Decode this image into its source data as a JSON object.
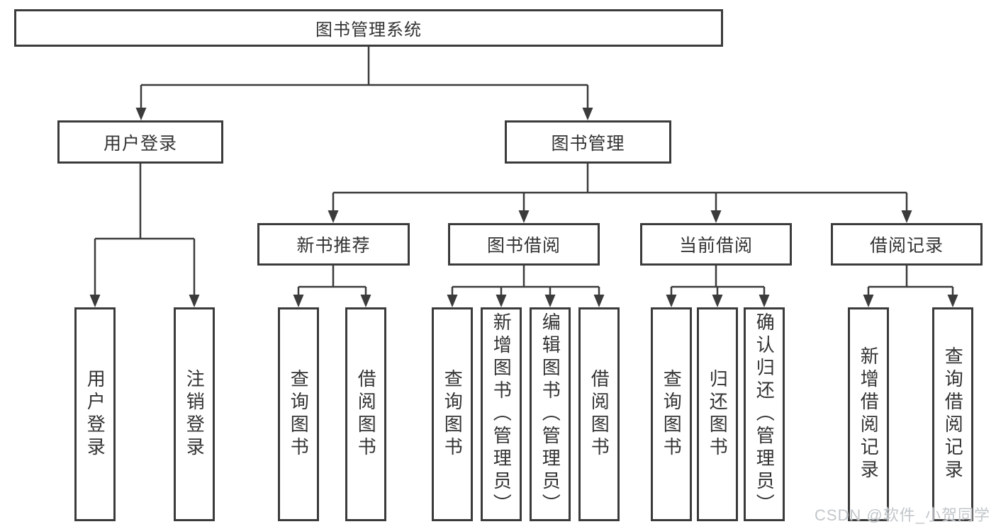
{
  "colors": {
    "line": "#3b3b3b",
    "text": "#333333",
    "watermark": "#c2c7cb",
    "background": "#ffffff"
  },
  "watermark": {
    "text": "CSDN @软件_小贺同学"
  },
  "tree": {
    "label": "图书管理系统",
    "children": [
      {
        "label": "用户登录",
        "children": [
          {
            "label": "用户登录"
          },
          {
            "label": "注销登录"
          }
        ]
      },
      {
        "label": "图书管理",
        "children": [
          {
            "label": "新书推荐",
            "children": [
              {
                "label": "查询图书"
              },
              {
                "label": "借阅图书"
              }
            ]
          },
          {
            "label": "图书借阅",
            "children": [
              {
                "label": "查询图书"
              },
              {
                "label": "新增图书（管理员）"
              },
              {
                "label": "编辑图书（管理员）"
              },
              {
                "label": "借阅图书"
              }
            ]
          },
          {
            "label": "当前借阅",
            "children": [
              {
                "label": "查询图书"
              },
              {
                "label": "归还图书"
              },
              {
                "label": "确认归还（管理员）"
              }
            ]
          },
          {
            "label": "借阅记录",
            "children": [
              {
                "label": "新增借阅记录"
              },
              {
                "label": "查询借阅记录"
              }
            ]
          }
        ]
      }
    ]
  }
}
